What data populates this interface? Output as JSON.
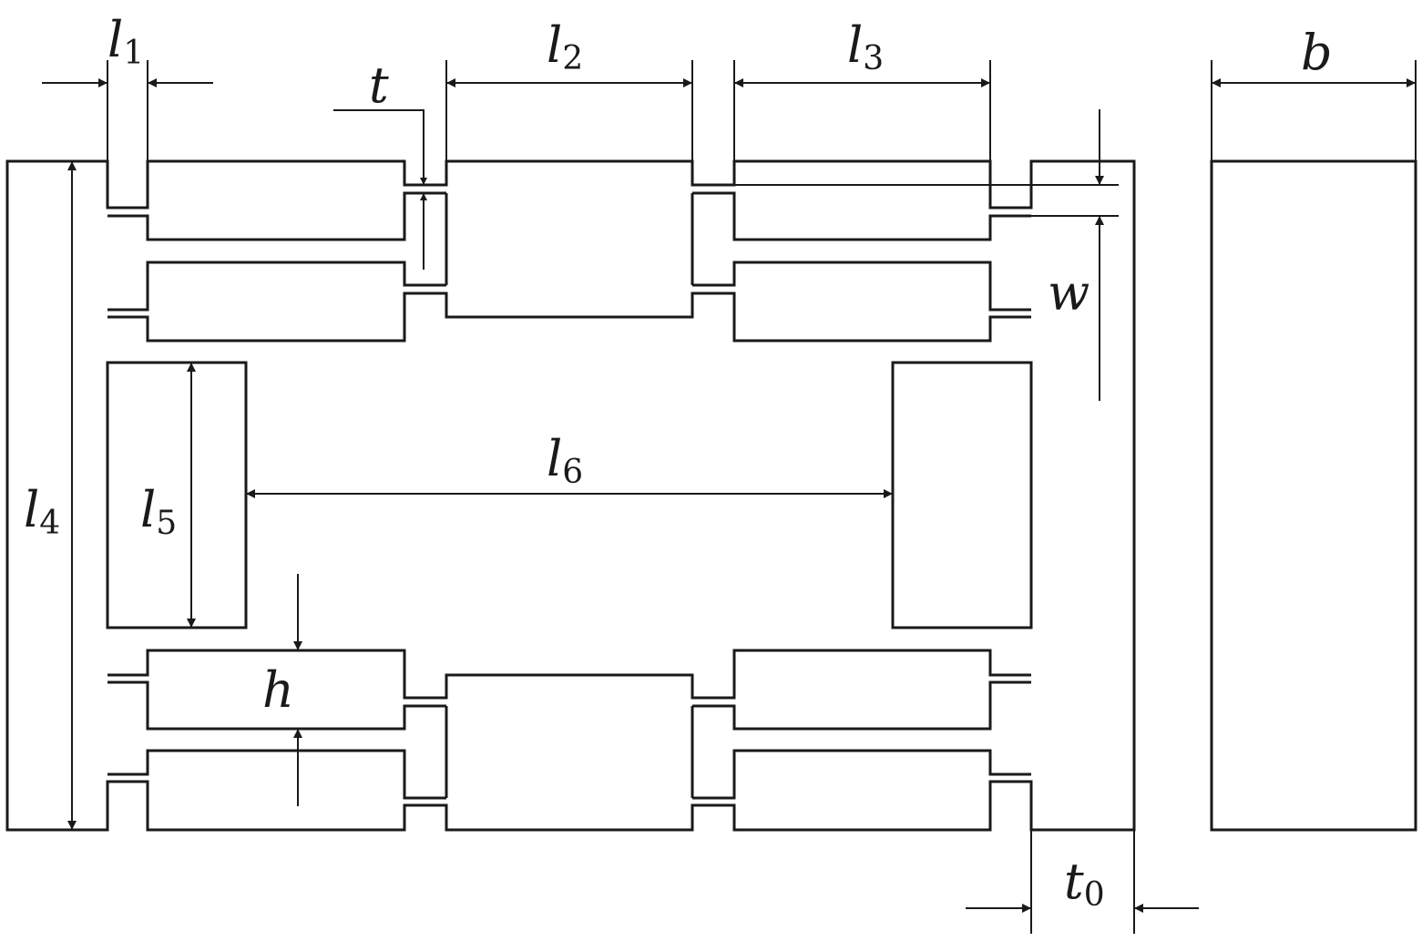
{
  "labels": {
    "l1": {
      "main": "l",
      "sub": "1"
    },
    "l2": {
      "main": "l",
      "sub": "2"
    },
    "l3": {
      "main": "l",
      "sub": "3"
    },
    "l4": {
      "main": "l",
      "sub": "4"
    },
    "l5": {
      "main": "l",
      "sub": "5"
    },
    "l6": {
      "main": "l",
      "sub": "6"
    },
    "t": {
      "main": "t"
    },
    "t0": {
      "main": "t",
      "sub": "0"
    },
    "w": {
      "main": "w"
    },
    "h": {
      "main": "h"
    },
    "b": {
      "main": "b"
    }
  },
  "colors": {
    "line": "#1a1a1a",
    "background": "#ffffff"
  }
}
